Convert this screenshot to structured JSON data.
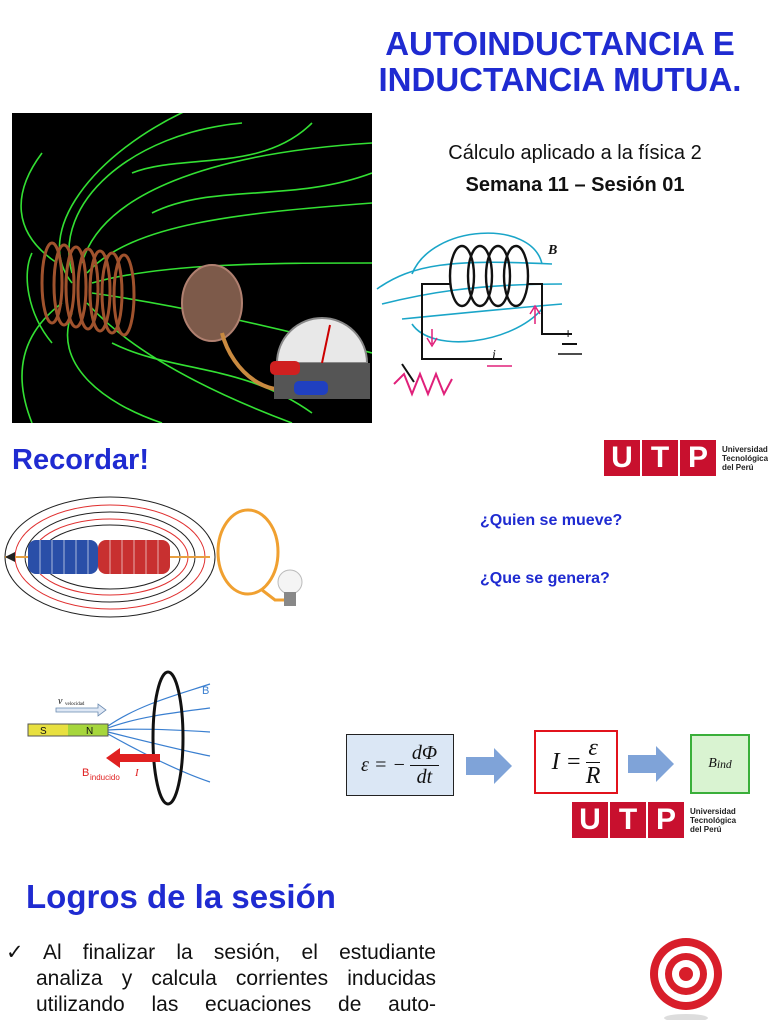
{
  "header": {
    "title_line1": "AUTOINDUCTANCIA E",
    "title_line2": "INDUCTANCIA MUTUA.",
    "course": "Cálculo aplicado a la física 2",
    "session": "Semana 11 – Sesión 01"
  },
  "recordar": {
    "heading": "Recordar!",
    "question_1": "¿Quien se mueve?",
    "question_2": "¿Que se genera?"
  },
  "magnet_figure": {
    "velocity_label": "v",
    "velocity_sub": "velocidad",
    "pole_s": "S",
    "pole_n": "N",
    "b_label": "B",
    "b_induced_label": "B",
    "b_induced_sub": "inducido",
    "current_label": "I"
  },
  "circuit_figure": {
    "b_label": "B",
    "i_label": "i",
    "plus_label": "+"
  },
  "equations": {
    "emf_lhs": "ε = −",
    "emf_num": "dΦ",
    "emf_den": "dt",
    "current_lhs": "I =",
    "current_num": "ε",
    "current_den": "R",
    "b_ind": "B",
    "b_ind_sub": "ind"
  },
  "logo": {
    "letters": [
      "U",
      "T",
      "P"
    ],
    "line1": "Universidad",
    "line2": "Tecnológica",
    "line3": "del Perú"
  },
  "logros": {
    "heading": "Logros de la sesión",
    "check": "✓",
    "line1": "Al finalizar la sesión, el estudiante",
    "line2": "analiza y calcula corrientes inducidas",
    "line3": "utilizando las ecuaciones de auto-"
  },
  "colors": {
    "accent_blue": "#1f2bd1",
    "utp_red": "#c8102e",
    "field_green": "#33e033"
  }
}
